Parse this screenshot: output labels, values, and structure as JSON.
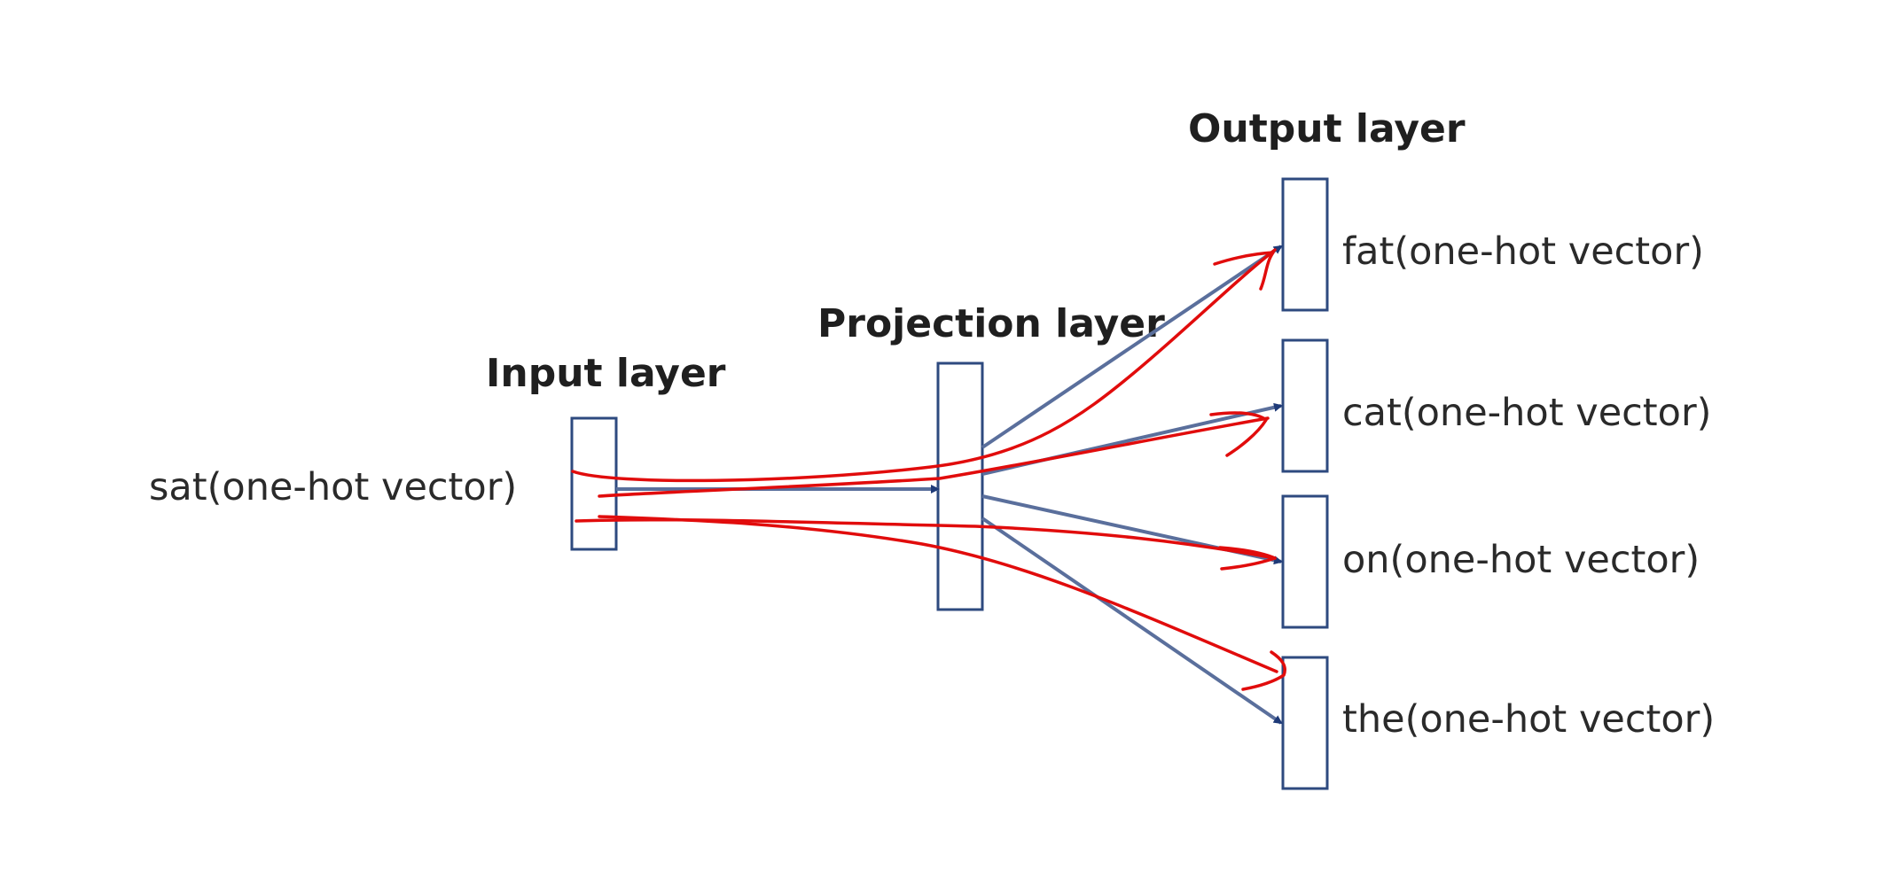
{
  "diagram": {
    "input_layer": {
      "title": "Input layer",
      "word": "sat(one-hot vector)"
    },
    "projection_layer": {
      "title": "Projection layer"
    },
    "output_layer": {
      "title": "Output layer",
      "words": [
        "fat(one-hot vector)",
        "cat(one-hot vector)",
        "on(one-hot vector)",
        "the(one-hot vector)"
      ]
    },
    "colors": {
      "box_border": "#2e4a7f",
      "arrow": "#5a6f9c",
      "annotation": "#e10c0c",
      "text": "#2a2a2a"
    }
  }
}
